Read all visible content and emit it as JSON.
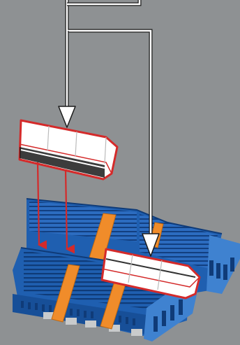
{
  "colors": {
    "background": "#8e9193",
    "terminal_blue": "#1f5fb0",
    "terminal_blue_dark": "#0f3b78",
    "terminal_blue_light": "#3f82d0",
    "bridge_orange": "#f08c2a",
    "marker_white": "#ffffff",
    "marker_outline": "#d42a2a",
    "arrow_red": "#d42a2a",
    "callout_line": "#ffffff",
    "callout_outline": "#1a1a1a",
    "foot_grey": "#c9cbcc"
  },
  "components": {
    "top_marker_strip": "marker-strip",
    "bottom_marker_strip": "marker-strip",
    "terminal_block_rows": 2,
    "jumper_bridges": 3
  },
  "icons": [
    "down-arrow-icon",
    "red-insertion-arrow-icon"
  ]
}
